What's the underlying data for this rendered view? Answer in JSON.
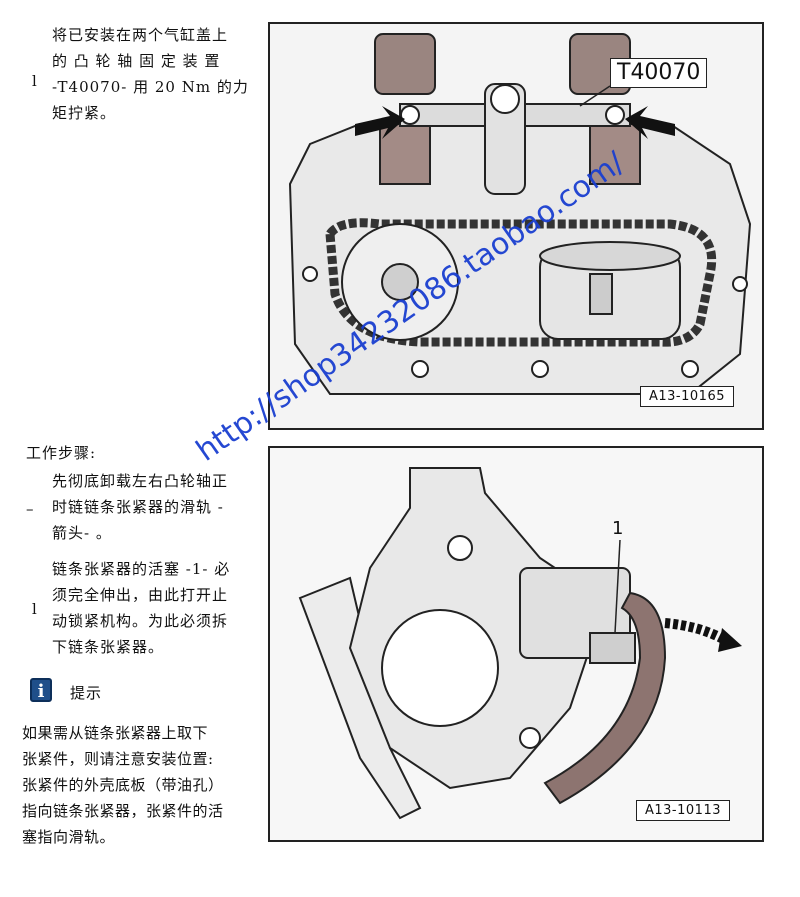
{
  "section1": {
    "bullet": "l",
    "lines": [
      "将已安装在两个气缸盖上",
      "的 凸 轮 轴 固 定 装 置",
      "-T40070- 用 20 Nm 的力",
      "矩拧紧。"
    ]
  },
  "figure1": {
    "tool_label": "T40070",
    "id": "A13-10165"
  },
  "steps_heading": "工作步骤:",
  "step1": {
    "bullet": "–",
    "lines": [
      "先彻底卸载左右凸轮轴正",
      "时链链条张紧器的滑轨 -",
      "箭头- 。"
    ]
  },
  "step2": {
    "bullet": "l",
    "lines": [
      "链条张紧器的活塞 -1- 必",
      "须完全伸出，由此打开止",
      "动锁紧机构。为此必须拆",
      "下链条张紧器。"
    ]
  },
  "hint": {
    "icon": "info-icon",
    "label": "提示"
  },
  "note_lines": [
    "如果需从链条张紧器上取下",
    "张紧件，则请注意安装位置:",
    "张紧件的外壳底板（带油孔）",
    "指向链条张紧器，张紧件的活",
    "塞指向滑轨。"
  ],
  "figure2": {
    "callout": "1",
    "id": "A13-10113"
  },
  "watermark": "http://shop34232086.taobao.com/"
}
